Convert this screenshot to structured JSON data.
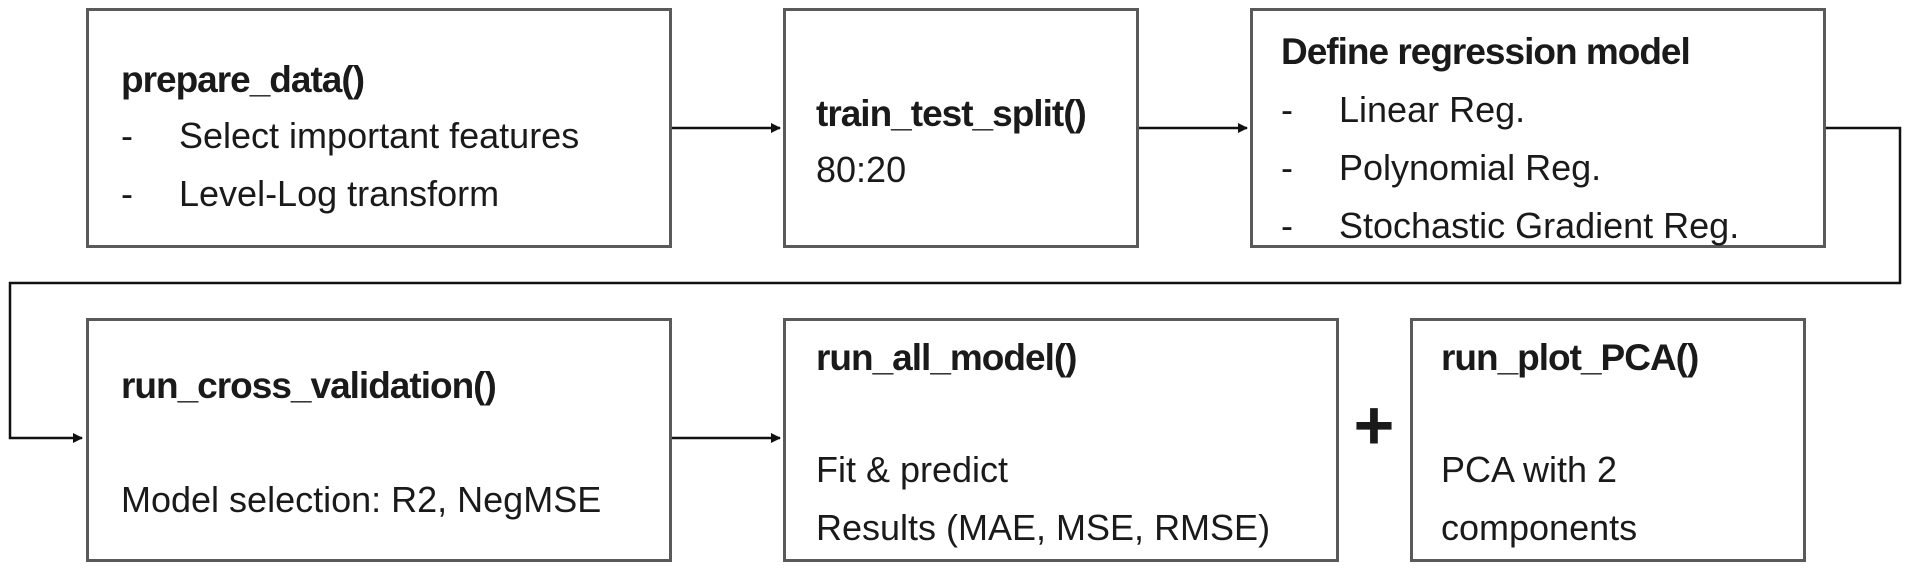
{
  "boxes": {
    "prepare": {
      "title": "prepare_data()",
      "items": [
        {
          "dash": "-",
          "label": "Select important features"
        },
        {
          "dash": "-",
          "label": "Level-Log transform"
        }
      ]
    },
    "split": {
      "title": "train_test_split()",
      "text": "80:20"
    },
    "define": {
      "title": "Define regression model",
      "items": [
        {
          "dash": "-",
          "label": "Linear Reg."
        },
        {
          "dash": "-",
          "label": "Polynomial Reg."
        },
        {
          "dash": "-",
          "label": "Stochastic Gradient Reg."
        }
      ]
    },
    "crossval": {
      "title": "run_cross_validation()",
      "text": "Model selection: R2, NegMSE"
    },
    "allmodel": {
      "title": "run_all_model()",
      "lines": [
        "Fit & predict",
        "Results (MAE, MSE, RMSE)"
      ]
    },
    "pca": {
      "title": "run_plot_PCA()",
      "lines": [
        "PCA with 2",
        "components"
      ]
    }
  },
  "plus_sign": "+",
  "colors": {
    "border": "#5a5a5a",
    "line": "#111111"
  }
}
